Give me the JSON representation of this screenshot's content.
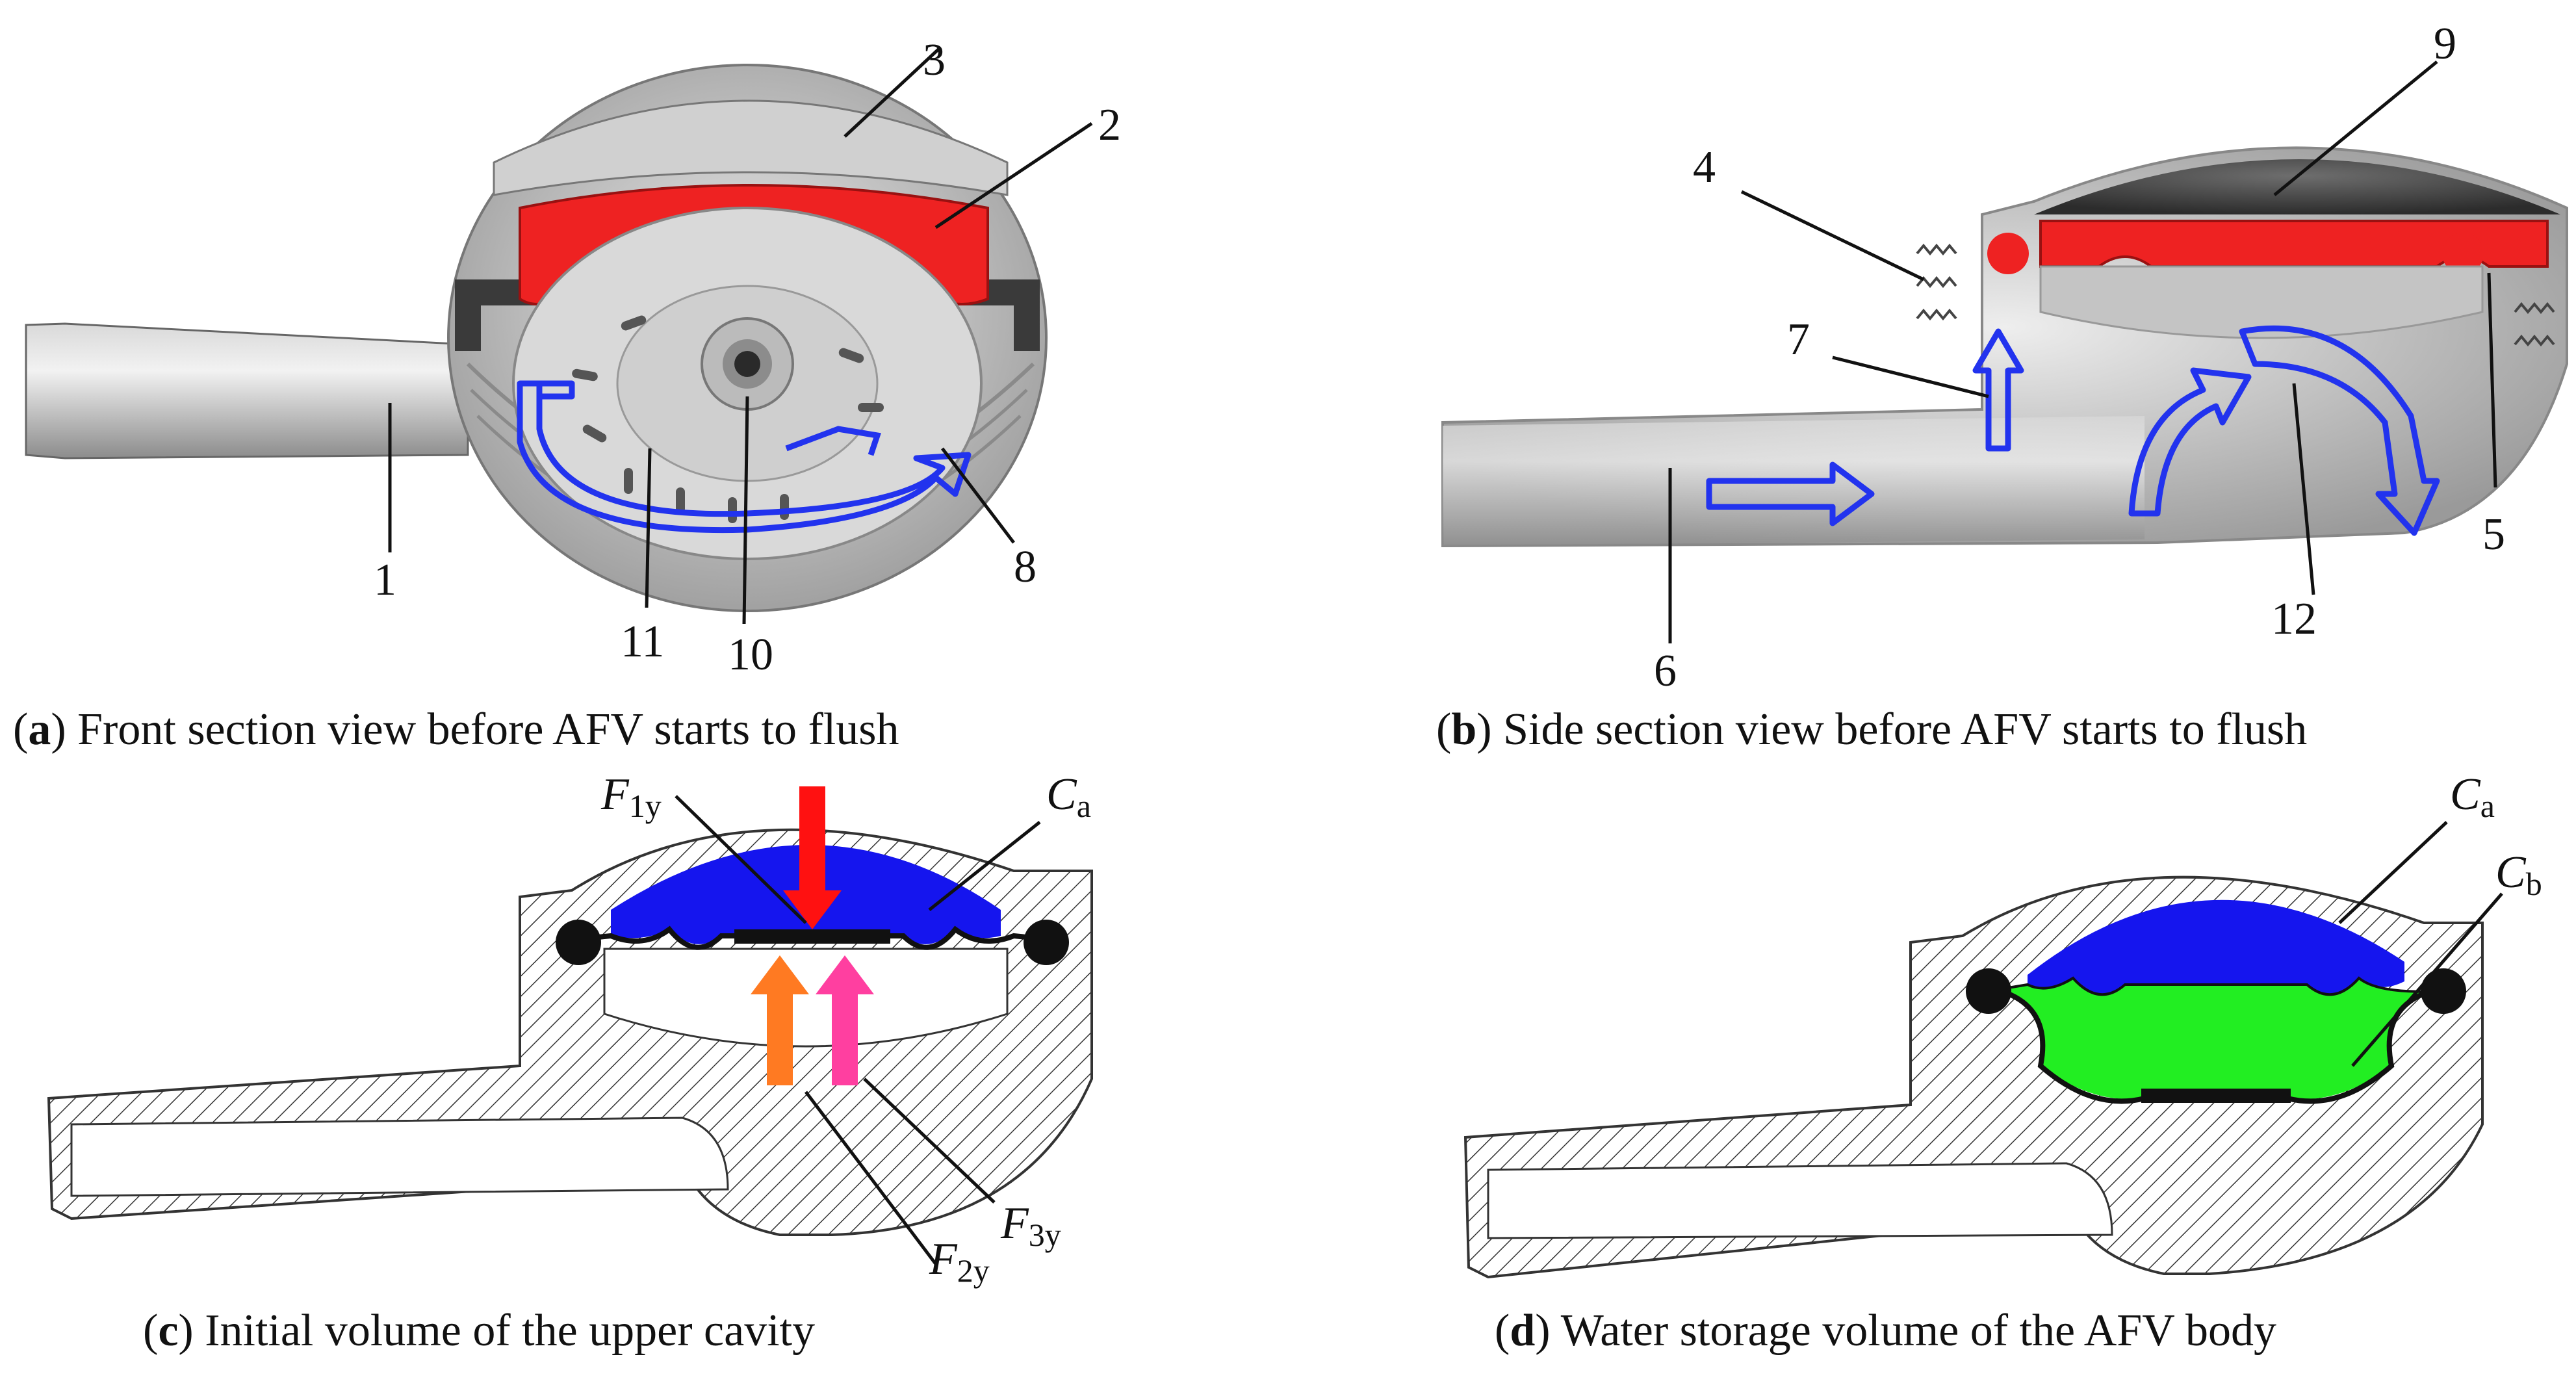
{
  "panels": {
    "a": {
      "letter": "a",
      "caption": " Front section view before AFV starts to flush"
    },
    "b": {
      "letter": "b",
      "caption": " Side section view before AFV starts to flush"
    },
    "c": {
      "letter": "c",
      "caption": " Initial volume of the upper cavity"
    },
    "d": {
      "letter": "d",
      "caption": " Water storage volume of the AFV body"
    }
  },
  "part_numbers": {
    "n1": "1",
    "n2": "2",
    "n3": "3",
    "n4": "4",
    "n5": "5",
    "n6": "6",
    "n7": "7",
    "n8": "8",
    "n9": "9",
    "n10": "10",
    "n11": "11",
    "n12": "12"
  },
  "symbols": {
    "F1y": {
      "main": "F",
      "sub": "1y"
    },
    "F2y": {
      "main": "F",
      "sub": "2y"
    },
    "F3y": {
      "main": "F",
      "sub": "3y"
    },
    "Ca_c": {
      "main": "C",
      "sub": "a"
    },
    "Ca_d": {
      "main": "C",
      "sub": "a"
    },
    "Cb_d": {
      "main": "C",
      "sub": "b"
    }
  },
  "colors": {
    "diaphragm_red": "#ee2222",
    "flow_arrow_blue": "#2233ee",
    "upper_cavity_blue": "#1515ee",
    "lower_cavity_green": "#22ee22",
    "force_red": "#ff1111",
    "force_orange": "#ff7a22",
    "force_pink": "#ff3fa0",
    "body_gray": "#c8c8c8"
  }
}
